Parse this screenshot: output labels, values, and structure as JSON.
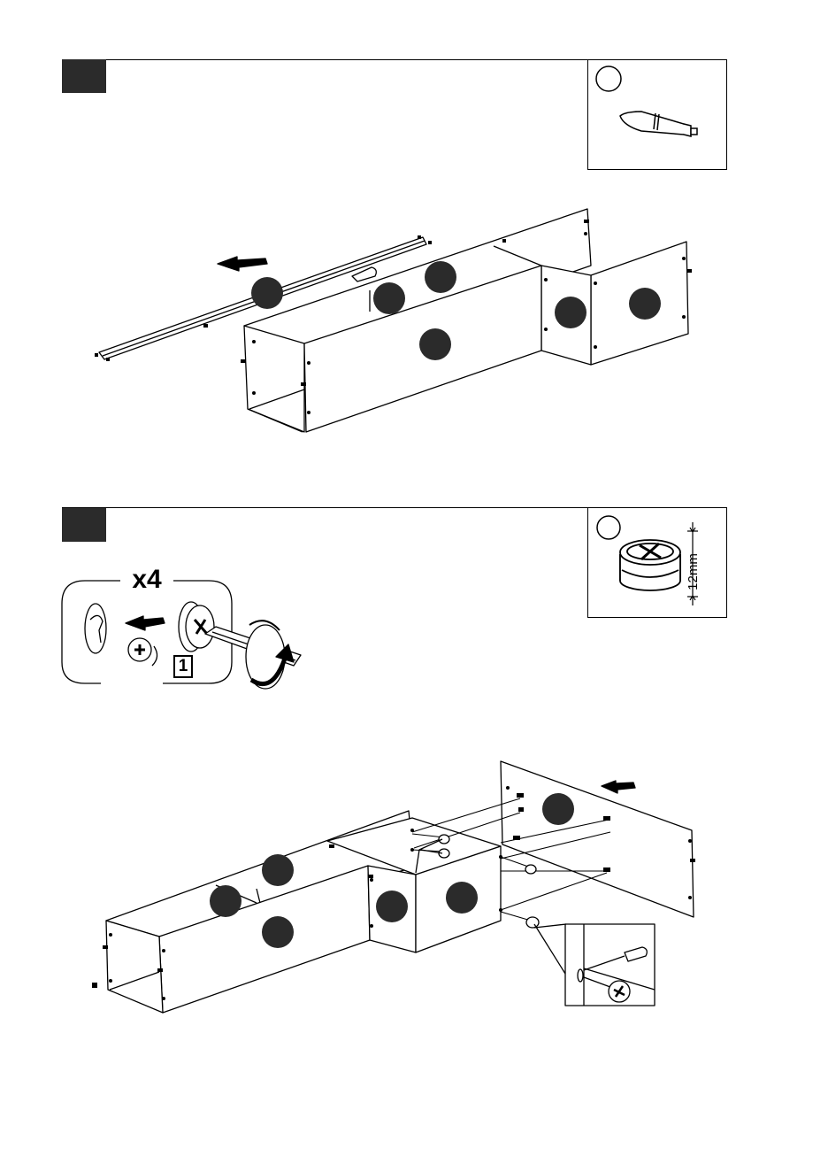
{
  "step_1": {
    "callout_count": 6
  },
  "step_2": {
    "multiplier": "x4",
    "part_number": "1",
    "dimension": "12mm",
    "callout_count": 6
  },
  "colors": {
    "ink": "#000000",
    "panel_fill": "#ffffff",
    "callout_fill": "#2b2b2b",
    "step_box": "#2b2b2b"
  },
  "icons": [
    "wooden-dowel-icon",
    "cam-lock-icon",
    "screwdriver-icon",
    "rotate-arrow-icon",
    "push-arrow-icon"
  ]
}
